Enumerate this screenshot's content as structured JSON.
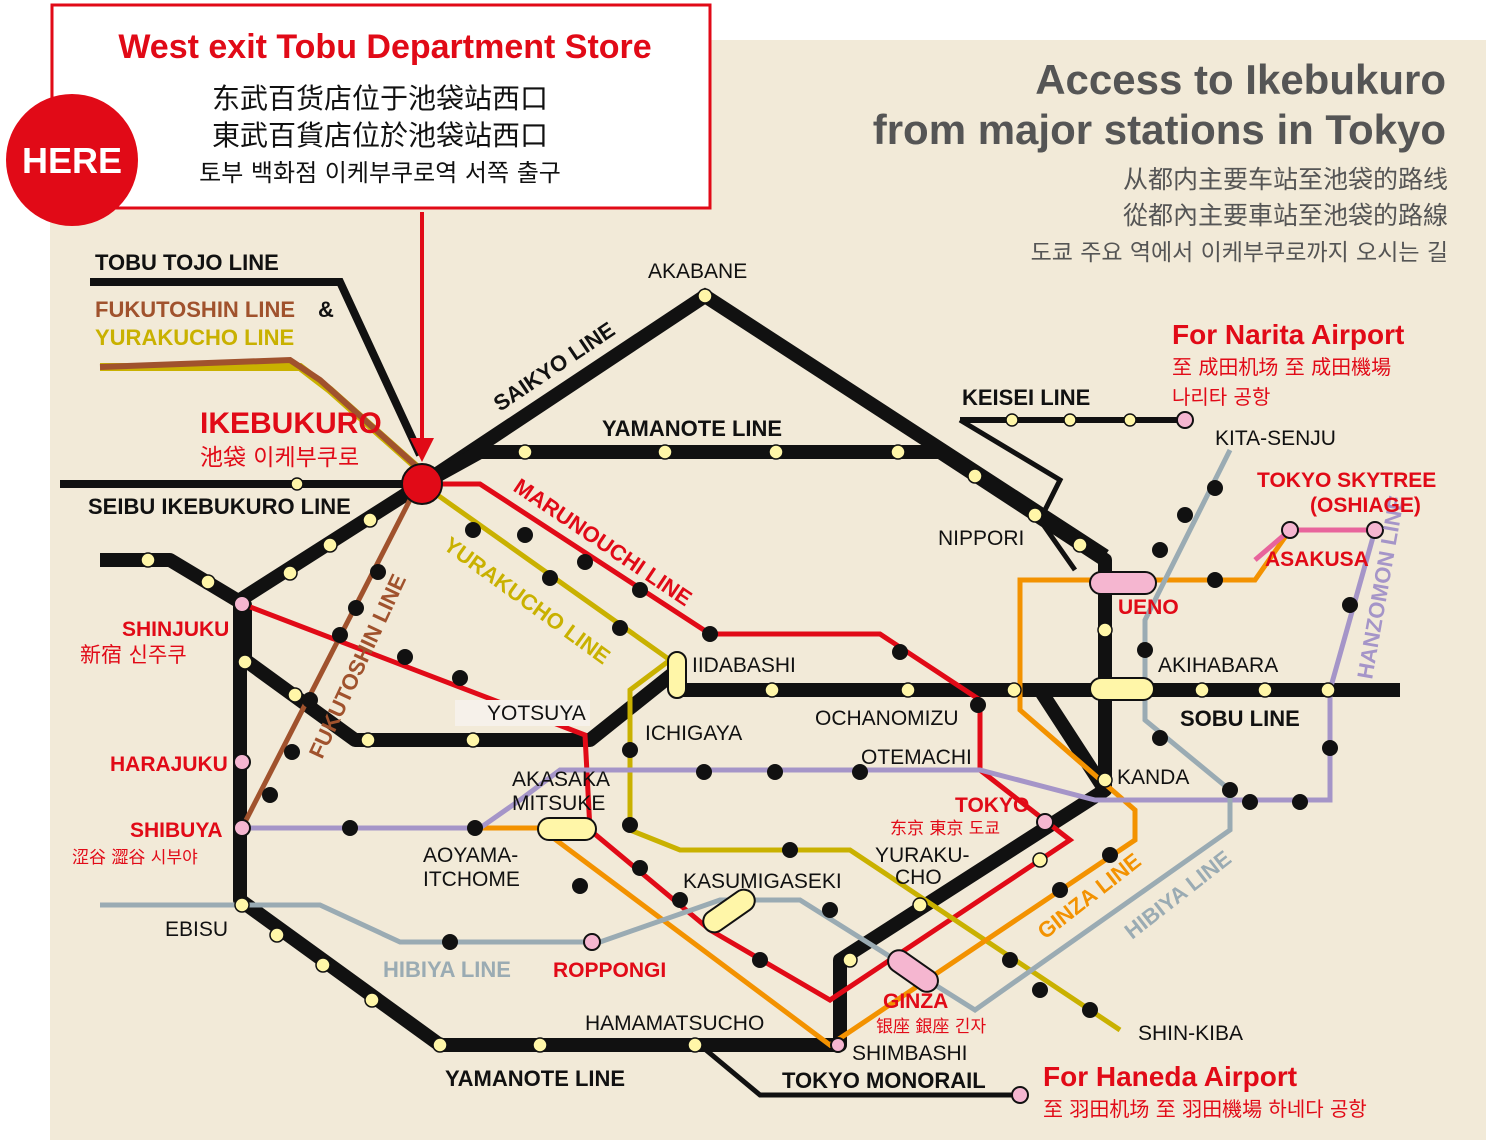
{
  "colors": {
    "background": "#f2ead8",
    "accent_red": "#e10a17",
    "yamanote": "#111111",
    "marunouchi": "#e10a17",
    "yurakucho": "#c9b100",
    "fukutoshin": "#a0522d",
    "ginza": "#f39200",
    "hibiya": "#9aabb3",
    "hanzomon": "#a595c8",
    "asakusa": "#e8649c",
    "station_dot": "#fff6a8",
    "transfer_pink": "#f5b6d0"
  },
  "callout": {
    "title": "West exit Tobu Department Store",
    "line_zh_cn": "东武百货店位于池袋站西口",
    "line_zh_tw": "東武百貨店位於池袋站西口",
    "line_ko": "토부 백화점 이케부쿠로역 서쪽 출구",
    "here_badge": "HERE"
  },
  "heading": {
    "title_line1": "Access to Ikebukuro",
    "title_line2": "from major stations in Tokyo",
    "zh_cn": "从都内主要车站至池袋的路线",
    "zh_tw": "從都內主要車站至池袋的路線",
    "ko": "도쿄 주요 역에서 이케부쿠로까지 오시는 길"
  },
  "airports": {
    "narita_title": "For Narita Airport",
    "narita_zh": "至 成田机场   至 成田機場",
    "narita_ko": "나리타 공항",
    "haneda_title": "For Haneda Airport",
    "haneda_sub": "至 羽田机场   至 羽田機場   하네다 공항"
  },
  "line_labels": {
    "tobu_tojo": "TOBU TOJO LINE",
    "fukutoshin_amp": "FUKUTOSHIN LINE",
    "amp": "&",
    "yurakucho_top": "YURAKUCHO LINE",
    "seibu": "SEIBU IKEBUKURO LINE",
    "saikyo": "SAIKYO LINE",
    "yamanote_top": "YAMANOTE LINE",
    "keisei": "KEISEI LINE",
    "marunouchi": "MARUNOUCHI LINE",
    "yurakucho_diag": "YURAKUCHO LINE",
    "fukutoshin_diag": "FUKUTOSHIN LINE",
    "sobu": "SOBU LINE",
    "hanzomon": "HANZOMON LINE",
    "ginza": "GINZA LINE",
    "hibiya_diag": "HIBIYA LINE",
    "hibiya_bottom": "HIBIYA LINE",
    "yamanote_bottom": "YAMANOTE LINE",
    "monorail": "TOKYO MONORAIL"
  },
  "stations": {
    "ikebukuro": "IKEBUKURO",
    "ikebukuro_sub": "池袋   이케부쿠로",
    "akabane": "AKABANE",
    "nippori": "NIPPORI",
    "kita_senju": "KITA-SENJU",
    "skytree": "TOKYO SKYTREE",
    "oshiage": "(OSHIAGE)",
    "asakusa": "ASAKUSA",
    "ueno": "UENO",
    "akihabara": "AKIHABARA",
    "iidabashi": "IIDABASHI",
    "ichigaya": "ICHIGAYA",
    "yotsuya": "YOTSUYA",
    "ochanomizu": "OCHANOMIZU",
    "otemachi": "OTEMACHI",
    "kanda": "KANDA",
    "tokyo": "TOKYO",
    "tokyo_sub": "东京  東京  도쿄",
    "shinjuku": "SHINJUKU",
    "shinjuku_sub": "新宿  신주쿠",
    "harajuku": "HARAJUKU",
    "shibuya": "SHIBUYA",
    "shibuya_sub": "涩谷  澀谷  시부야",
    "ebisu": "EBISU",
    "akasaka_1": "AKASAKA",
    "akasaka_2": "MITSUKE",
    "aoyama_1": "AOYAMA-",
    "aoyama_2": "ITCHOME",
    "kasumigaseki": "KASUMIGASEKI",
    "yurakucho_1": "YURAKU-",
    "yurakucho_2": "CHO",
    "roppongi": "ROPPONGI",
    "ginza": "GINZA",
    "ginza_sub": "银座  銀座  긴자",
    "hamamatsucho": "HAMAMATSUCHO",
    "shimbashi": "SHIMBASHI",
    "shin_kiba": "SHIN-KIBA"
  }
}
